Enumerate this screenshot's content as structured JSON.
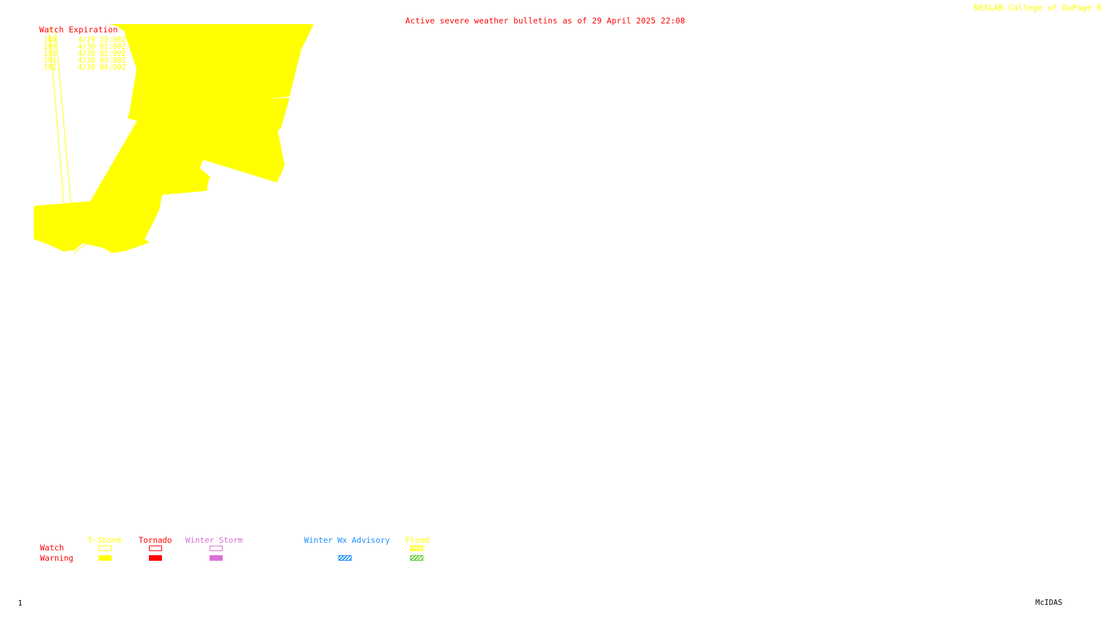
{
  "header": {
    "title": "Active severe weather bulletins as of 29 April 2025 22:08",
    "credit": "NEXLAB-College of DuPage R"
  },
  "watch_table": {
    "heading": "Watch Expiration",
    "rows": [
      {
        "number": "188",
        "expires": "4/29 23:00Z"
      },
      {
        "number": "189",
        "expires": "4/30 01:00Z"
      },
      {
        "number": "190",
        "expires": "4/30 02:00Z"
      },
      {
        "number": "191",
        "expires": "4/30 03:00Z"
      },
      {
        "number": "192",
        "expires": "4/30 04:00Z"
      }
    ]
  },
  "legend": {
    "row_labels": {
      "watch": "Watch",
      "warning": "Warning"
    },
    "categories": [
      {
        "label": "T-Storm",
        "color": "#ffff00"
      },
      {
        "label": "Tornado",
        "color": "#ff0000"
      },
      {
        "label": "Winter Storm",
        "color": "#da70d6"
      },
      {
        "label": "Winter Wx Advisory",
        "color": "#1e90ff"
      },
      {
        "label": "Flood",
        "color": "#99dd33"
      }
    ]
  },
  "footer": {
    "frame_number": "1",
    "brand": "McIDAS"
  },
  "colors": {
    "watch_fill": "#ffff00",
    "title_text": "#ff0000",
    "background": "#ffffff"
  }
}
